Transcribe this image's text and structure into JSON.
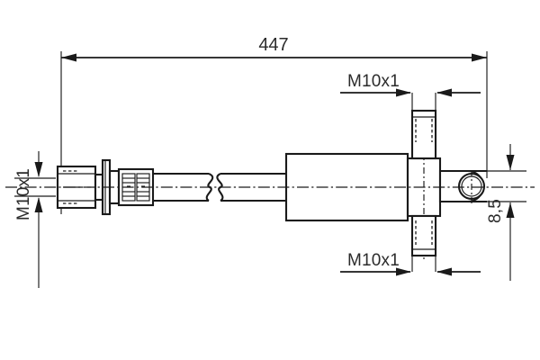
{
  "drawing": {
    "title": "Brake hose technical drawing",
    "type": "engineering-dimension-drawing",
    "units": "mm",
    "line_color": "#1a1a1a",
    "background": "#ffffff",
    "dimensions": {
      "overall_length": "447",
      "left_thread": "M10x1",
      "upper_thread": "M10x1",
      "lower_thread": "M10x1",
      "eye_thickness": "8,5"
    },
    "labels": {
      "overall_length": "447",
      "left_fitting_thread": "M10x1",
      "upper_stud_thread": "M10x1",
      "lower_stud_thread": "M10x1",
      "banjo_eye_dim": "8,5"
    },
    "components": {
      "left_nut": "hex-union-nut",
      "bracket_washer": "mounting-washer",
      "crimp_ferrule": "crimped-ferrule",
      "hose": "flexible-hose",
      "break_symbol": "s-break",
      "sleeve": "protective-sleeve",
      "t_block": "t-block-body",
      "upper_stud": "upper-threaded-stud",
      "lower_stud": "lower-threaded-stud",
      "banjo_eye": "banjo-eye-bore"
    }
  }
}
